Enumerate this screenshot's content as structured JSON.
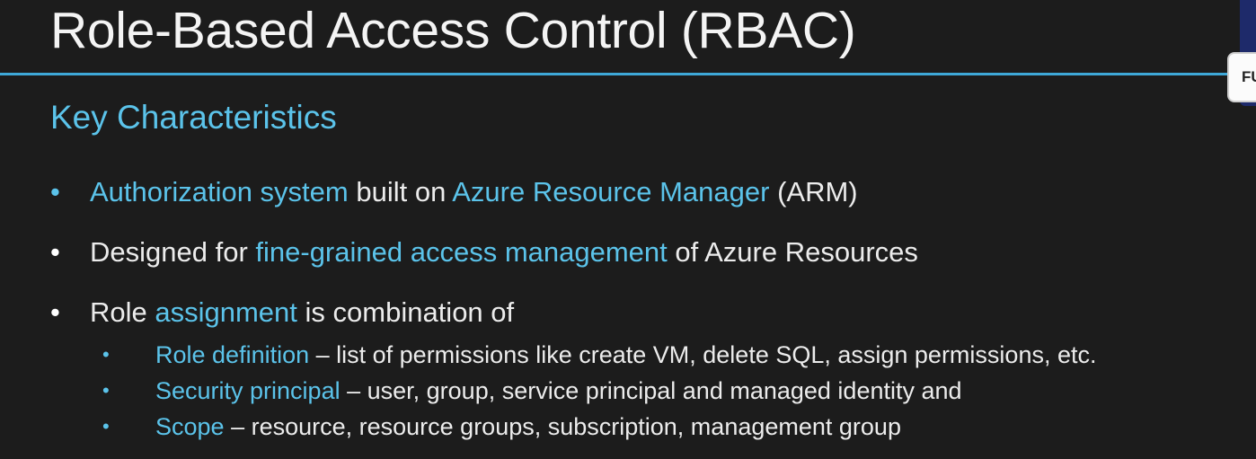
{
  "title": "Role-Based Access Control (RBAC)",
  "subtitle": "Key Characteristics",
  "bullets": [
    {
      "parts": [
        "Authorization system",
        " built on ",
        "Azure Resource Manager",
        " (ARM)"
      ]
    },
    {
      "parts": [
        "Designed for ",
        "fine-grained access management",
        " of Azure Resources"
      ]
    },
    {
      "parts": [
        "Role ",
        "assignment",
        " is combination of"
      ]
    }
  ],
  "sub_bullets": [
    {
      "term": "Role definition",
      "desc": " – list of permissions like create VM, delete SQL, assign permissions, etc."
    },
    {
      "term": "Security principal",
      "desc": " – user, group, service principal and managed identity and"
    },
    {
      "term": "Scope",
      "desc": " – resource, resource groups, subscription, management group"
    }
  ],
  "bullet_symbol": "•",
  "corner_badge": "FU",
  "colors": {
    "background": "#1c1c1c",
    "accent": "#5bc3ea",
    "rule": "#3ea8d8",
    "text": "#ececec"
  }
}
